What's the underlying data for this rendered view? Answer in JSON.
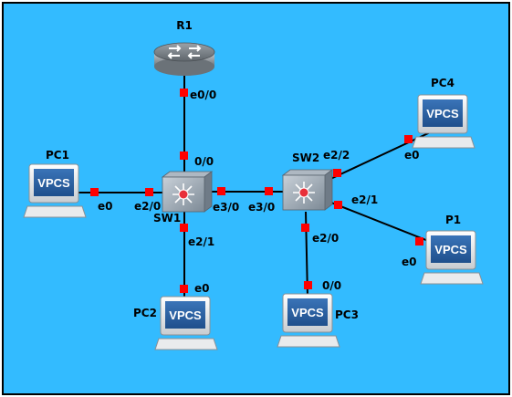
{
  "colors": {
    "background": "#33bbff",
    "border": "#000000",
    "link": "#000000",
    "port": "#ff0000"
  },
  "devices": {
    "r1": {
      "label": "R1",
      "icon": "router-icon"
    },
    "sw1": {
      "label": "SW1",
      "icon": "multilayer-switch-icon"
    },
    "sw2": {
      "label": "SW2",
      "icon": "multilayer-switch-icon"
    },
    "pc1": {
      "label": "PC1",
      "screen_text": "VPCS",
      "icon": "pc-icon"
    },
    "pc2": {
      "label": "PC2",
      "screen_text": "VPCS",
      "icon": "pc-icon"
    },
    "pc3": {
      "label": "PC3",
      "screen_text": "VPCS",
      "icon": "pc-icon"
    },
    "pc4": {
      "label": "PC4",
      "screen_text": "VPCS",
      "icon": "pc-icon"
    },
    "p1": {
      "label": "P1",
      "screen_text": "VPCS",
      "icon": "pc-icon"
    }
  },
  "ports": {
    "r1_e00": "e0/0",
    "sw1_00": "0/0",
    "pc1_e0": "e0",
    "sw1_e20": "e2/0",
    "sw1_e30": "e3/0",
    "sw2_e30": "e3/0",
    "sw1_e21": "e2/1",
    "pc2_e0": "e0",
    "sw2_e22": "e2/2",
    "pc4_e0": "e0",
    "sw2_e21": "e2/1",
    "p1_e0": "e0",
    "sw2_e20": "e2/0",
    "pc3_00": "0/0"
  },
  "links": [
    {
      "from": "R1",
      "to": "SW1"
    },
    {
      "from": "PC1",
      "to": "SW1"
    },
    {
      "from": "SW1",
      "to": "SW2"
    },
    {
      "from": "SW1",
      "to": "PC2"
    },
    {
      "from": "SW2",
      "to": "PC4"
    },
    {
      "from": "SW2",
      "to": "P1"
    },
    {
      "from": "SW2",
      "to": "PC3"
    }
  ]
}
